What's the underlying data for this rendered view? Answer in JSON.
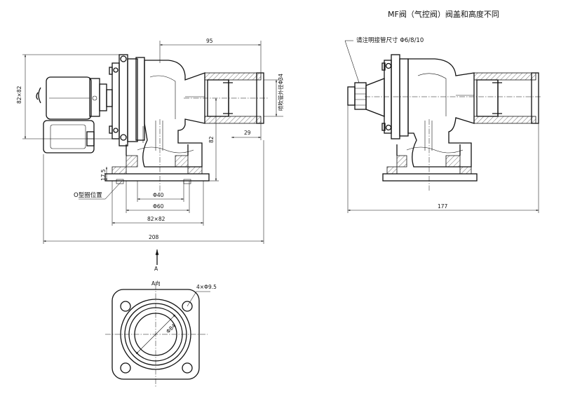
{
  "header_note": "MF阀（气控阀）阀盖和高度不同",
  "pipe_note": "请注明接管尺寸 Φ6/8/10",
  "view_label": "A向",
  "arrow_label": "A",
  "oring_label": "O型圈位置",
  "dims": {
    "d95": "95",
    "d82x82_left": "82×82",
    "d_outlet": "喷吹管外径Φ34",
    "d29": "29",
    "d82_vert": "82",
    "d17_5": "17.5",
    "d40": "Φ40",
    "d60": "Φ60",
    "d82x82_bottom": "82×82",
    "d208": "208",
    "d177": "177",
    "d_holes": "4×Φ9.5",
    "d_bore": "Φ84"
  }
}
